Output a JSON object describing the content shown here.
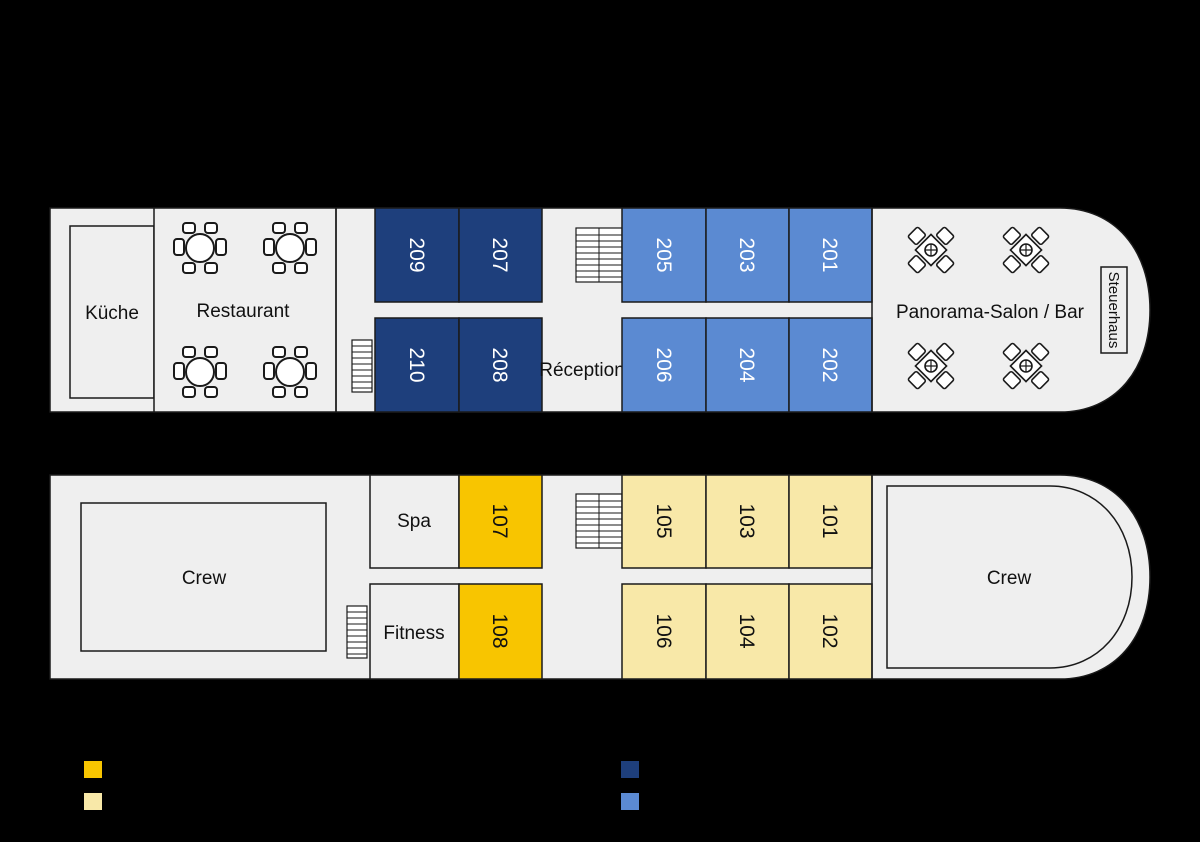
{
  "colors": {
    "background": "#000000",
    "hull": "#efefef",
    "outline": "#1a1a1a",
    "cabin_dark_blue": "#1e3f7c",
    "cabin_light_blue": "#5b8ad2",
    "cabin_gold": "#f8c500",
    "cabin_cream": "#f8e8a8",
    "text_on_dark": "#ffffff",
    "text": "#111111"
  },
  "upper_deck": {
    "rooms": {
      "kitchen": "Küche",
      "restaurant": "Restaurant",
      "reception": "Réception",
      "salon": "Panorama-Salon / Bar",
      "wheelhouse": "Steuerhaus"
    },
    "cabins": {
      "c209": "209",
      "c207": "207",
      "c210": "210",
      "c208": "208",
      "c205": "205",
      "c203": "203",
      "c201": "201",
      "c206": "206",
      "c204": "204",
      "c202": "202"
    }
  },
  "lower_deck": {
    "rooms": {
      "crew_aft": "Crew",
      "spa": "Spa",
      "fitness": "Fitness",
      "crew_bow": "Crew"
    },
    "cabins": {
      "c107": "107",
      "c108": "108",
      "c105": "105",
      "c103": "103",
      "c101": "101",
      "c106": "106",
      "c104": "104",
      "c102": "102"
    }
  },
  "icons": {
    "dining_table": "round-table-with-chairs-icon",
    "lounge_table": "lounge-table-with-armchairs-icon",
    "stairs": "stairs-icon"
  },
  "legend": [
    {
      "color": "#f8c500"
    },
    {
      "color": "#f8e8a8"
    },
    {
      "color": "#1e3f7c"
    },
    {
      "color": "#5b8ad2"
    }
  ]
}
